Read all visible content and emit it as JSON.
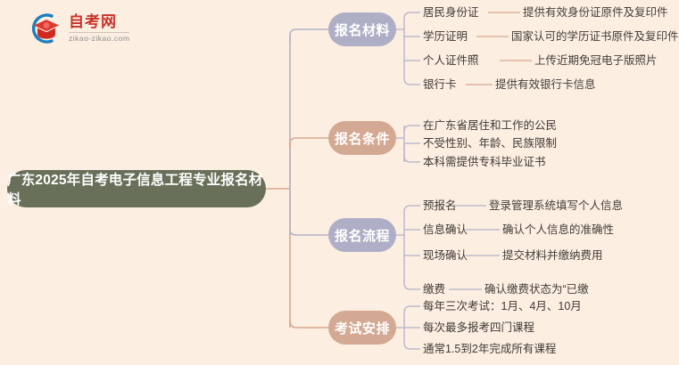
{
  "background_color": "#fceee1",
  "logo": {
    "icon": "graduation-cap-in-c-arc-logo",
    "title": "自考网",
    "subtitle": "zikao-zikao.com",
    "title_color": "#c8332a",
    "arc_color": "#1a7fc1"
  },
  "mindmap": {
    "root": {
      "label": "广东2025年自考电子信息工程专业报名材料",
      "color": "#69705a",
      "text_color": "#ffffff"
    },
    "trunk_color_warm": "#d9a98e",
    "trunk_color_cool": "#b3b2c9",
    "branches": [
      {
        "label": "报名材料",
        "color": "#aeaec6",
        "style": "purple",
        "children": [
          {
            "label": "居民身份证",
            "detail": "提供有效身份证原件及复印件"
          },
          {
            "label": "学历证明",
            "detail": "国家认可的学历证书原件及复印件"
          },
          {
            "label": "个人证件照",
            "detail": "上传近期免冠电子版照片"
          },
          {
            "label": "银行卡",
            "detail": "提供有效银行卡信息"
          }
        ]
      },
      {
        "label": "报名条件",
        "color": "#d4a993",
        "style": "brown",
        "children": [
          {
            "label": "在广东省居住和工作的公民",
            "detail": ""
          },
          {
            "label": "不受性别、年龄、民族限制",
            "detail": ""
          },
          {
            "label": "本科需提供专科毕业证书",
            "detail": ""
          }
        ]
      },
      {
        "label": "报名流程",
        "color": "#aeaec6",
        "style": "purple",
        "children": [
          {
            "label": "预报名",
            "detail": "登录管理系统填写个人信息"
          },
          {
            "label": "信息确认",
            "detail": "确认个人信息的准确性"
          },
          {
            "label": "现场确认",
            "detail": "提交材料并缴纳费用"
          },
          {
            "label": "缴费",
            "detail": "确认缴费状态为“已缴"
          }
        ]
      },
      {
        "label": "考试安排",
        "color": "#d4a993",
        "style": "brown",
        "children": [
          {
            "label": "每年三次考试：1月、4月、10月",
            "detail": ""
          },
          {
            "label": "每次最多报考四门课程",
            "detail": ""
          },
          {
            "label": "通常1.5到2年完成所有课程",
            "detail": ""
          }
        ]
      }
    ]
  }
}
